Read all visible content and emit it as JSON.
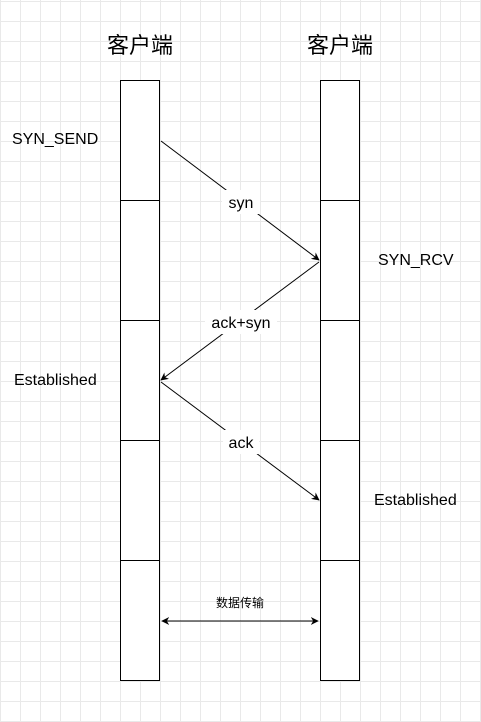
{
  "titles": {
    "client": "客户端",
    "server": "客户端"
  },
  "states": {
    "syn_send": "SYN_SEND",
    "syn_rcv": "SYN_RCV",
    "client_established": "Established",
    "server_established": "Established"
  },
  "messages": {
    "syn": "syn",
    "ack_syn": "ack+syn",
    "ack": "ack",
    "data_transfer": "数据传输"
  }
}
